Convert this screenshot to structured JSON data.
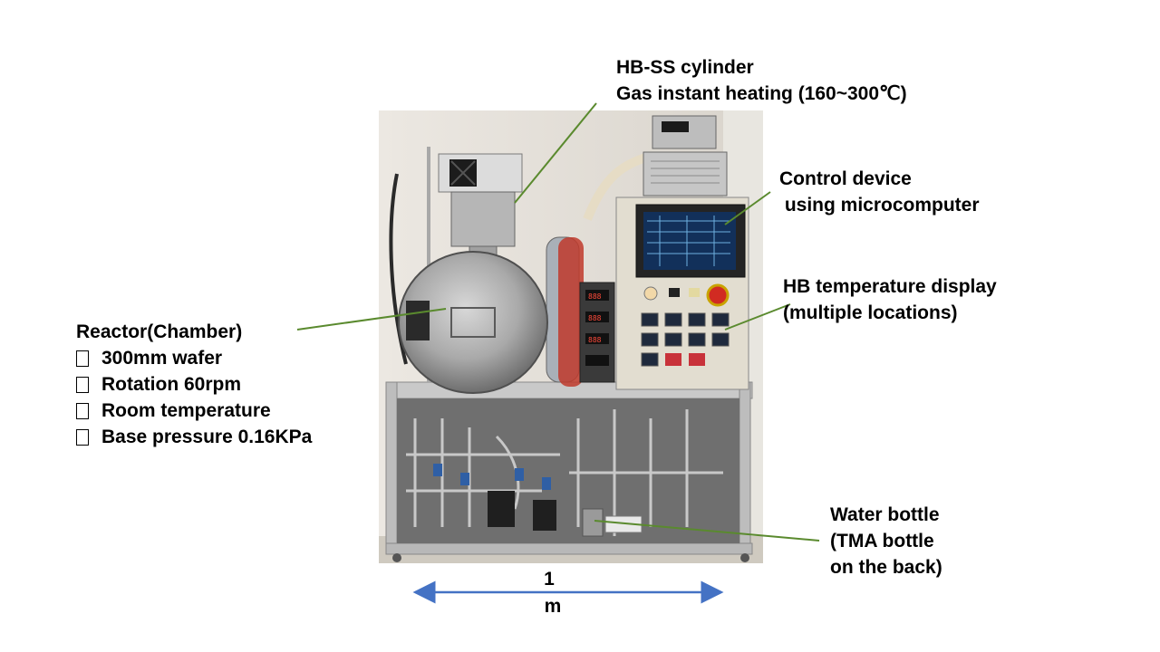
{
  "labels": {
    "hbss": {
      "line1": "HB-SS cylinder",
      "line2": "Gas instant heating (160~300℃)"
    },
    "control": {
      "line1": "Control device",
      "line2": " using microcomputer"
    },
    "hbtemp": {
      "line1": "HB temperature display",
      "line2": "(multiple locations)"
    },
    "reactor": {
      "title": "Reactor(Chamber)",
      "items": [
        "300mm wafer",
        "Rotation 60rpm",
        "Room temperature",
        "Base pressure 0.16KPa"
      ]
    },
    "water": {
      "line1": "Water bottle",
      "line2": "(TMA bottle",
      "line3": "on the back)"
    }
  },
  "scale": {
    "number": "1",
    "unit": "m"
  },
  "colors": {
    "leader": "#5a8a2e",
    "scale_arrow": "#4472c4"
  }
}
